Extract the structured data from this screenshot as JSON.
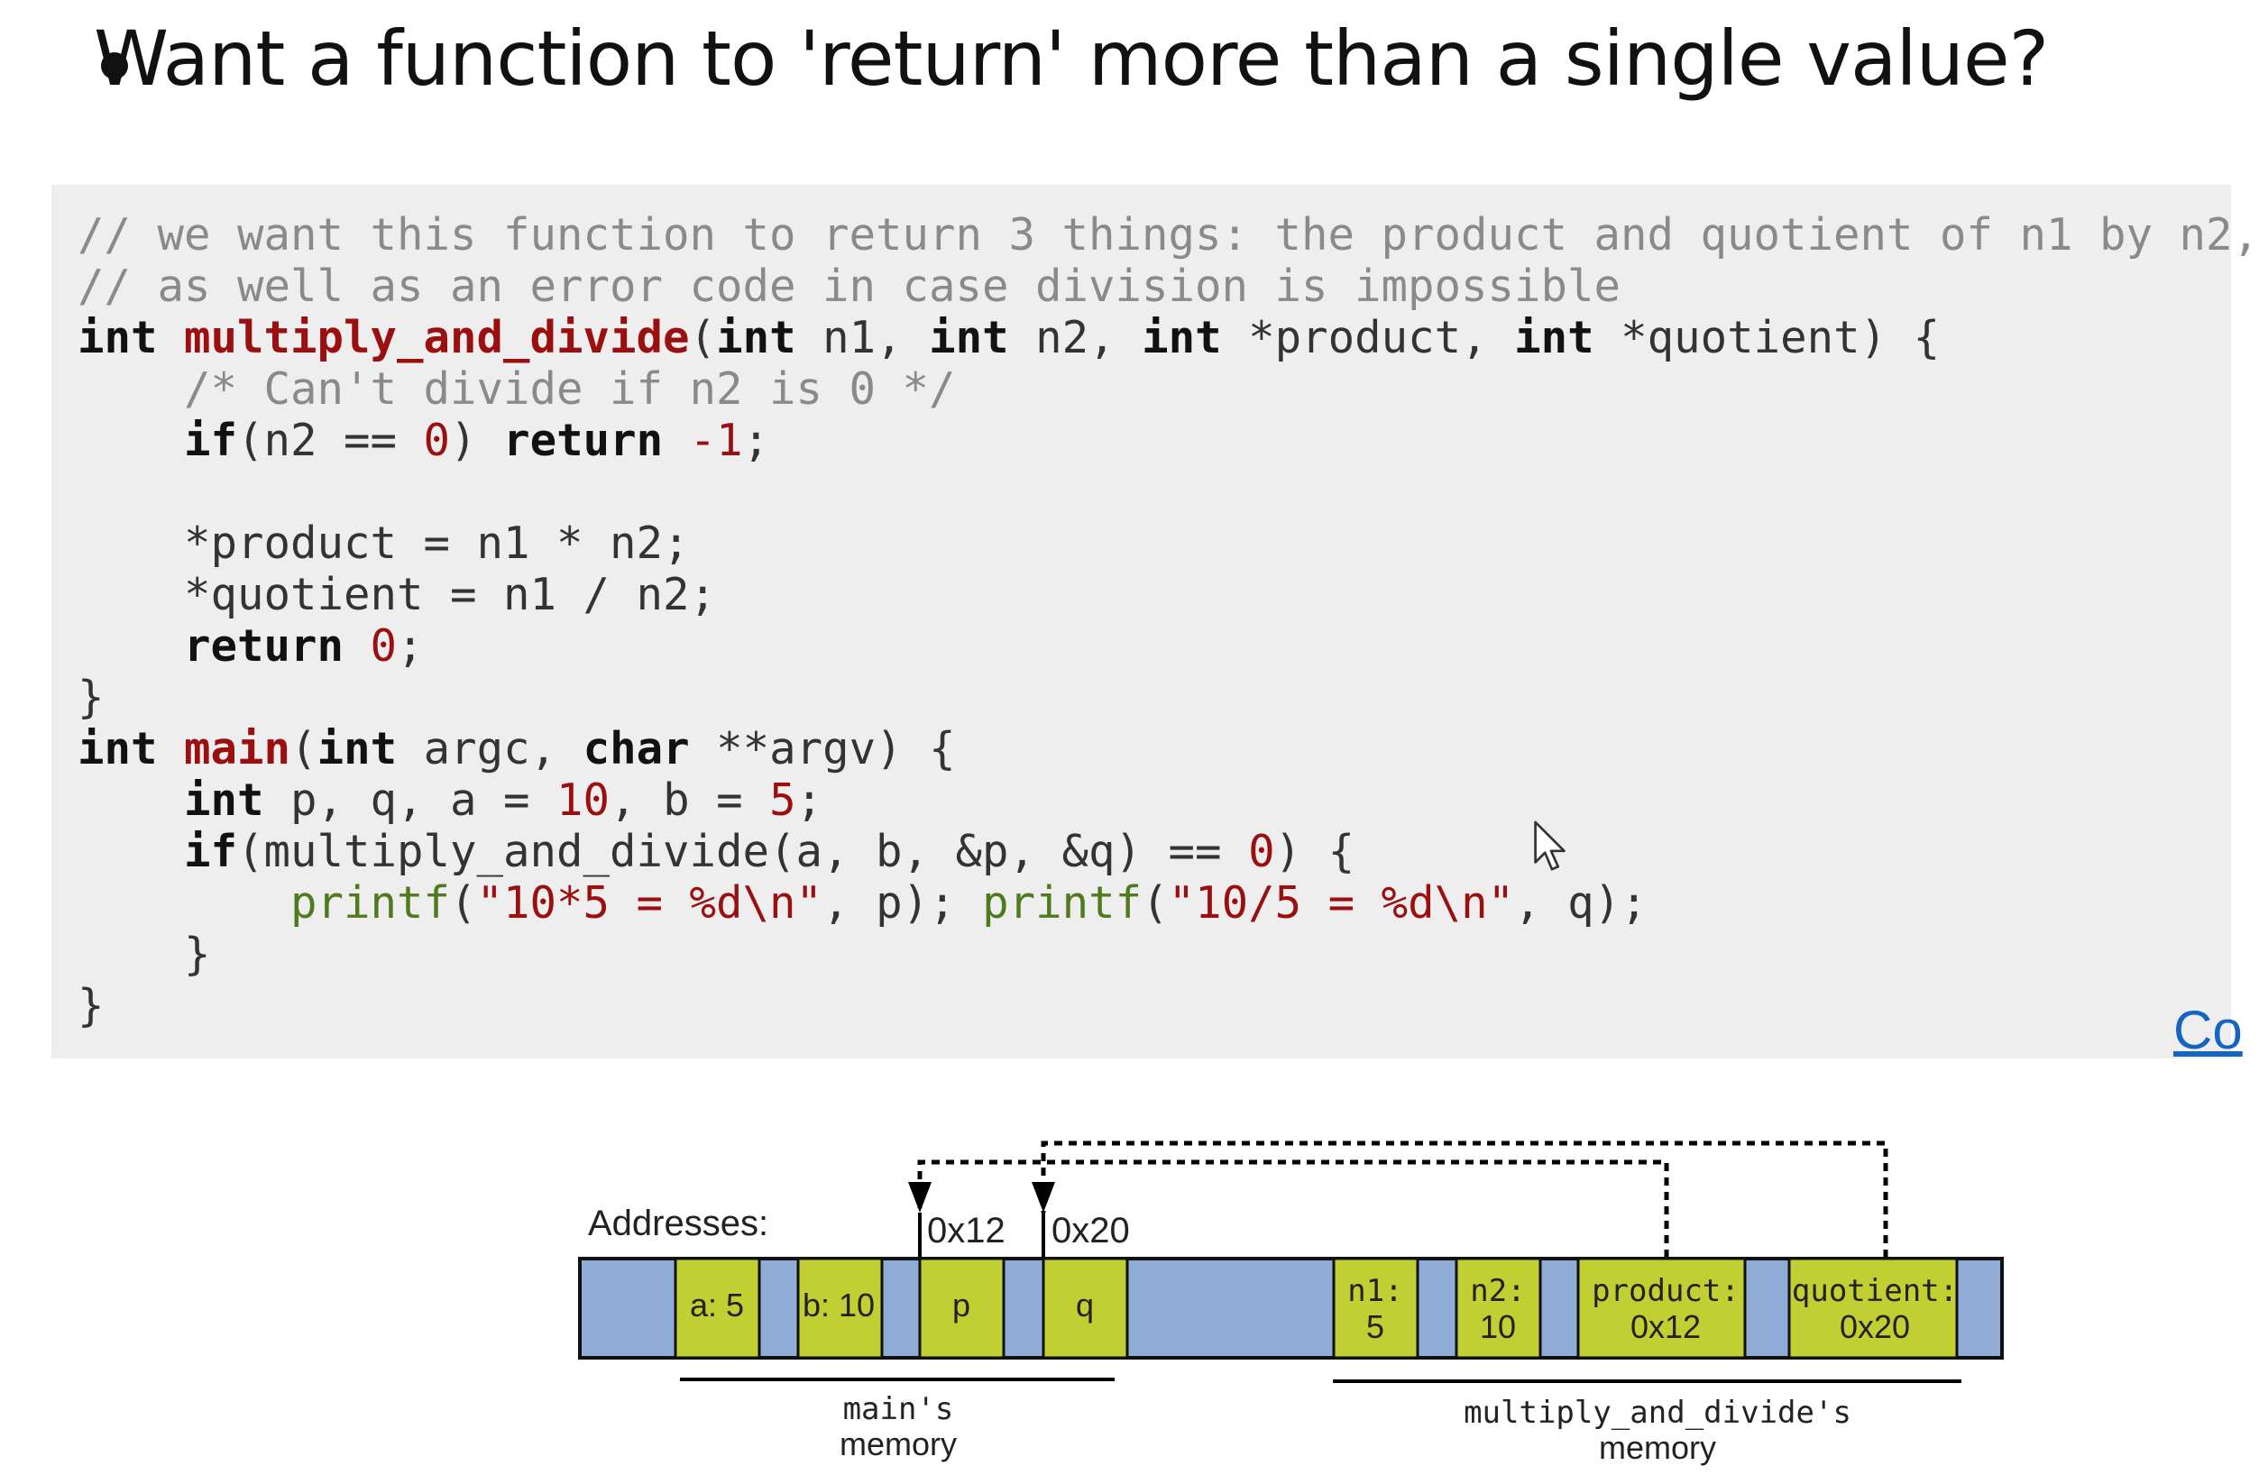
{
  "slide": {
    "title": "Want a function to 'return' more than a single value?"
  },
  "code": {
    "lines": [
      "// we want this function to return 3 things: the product and quotient of n1 by n2,",
      "// as well as an error code in case division is impossible",
      "int multiply_and_divide(int n1, int n2, int *product, int *quotient) {",
      "    /* Can't divide if n2 is 0 */",
      "    if(n2 == 0) return -1;",
      "",
      "    *product = n1 * n2;",
      "    *quotient = n1 / n2;",
      "    return 0;",
      "}",
      "int main(int argc, char **argv) {",
      "    int p, q, a = 10, b = 5;",
      "    if(multiply_and_divide(a, b, &p, &q) == 0) {",
      "        printf(\"10*5 = %d\\n\", p); printf(\"10/5 = %d\\n\", q);",
      "    }",
      "}"
    ],
    "link_label": "Co"
  },
  "diagram": {
    "addresses_label": "Addresses:",
    "address_p": "0x12",
    "address_q": "0x20",
    "cells": {
      "a": "a: 5",
      "b": "b: 10",
      "p": "p",
      "q": "q",
      "n1_name": "n1:",
      "n1_value": "5",
      "n2_name": "n2:",
      "n2_value": "10",
      "product_name": "product:",
      "product_value": "0x12",
      "quotient_name": "quotient:",
      "quotient_value": "0x20"
    },
    "main_memory_line1": "main's",
    "main_memory_line2": "memory",
    "mad_memory_line1": "multiply_and_divide's",
    "mad_memory_line2": "memory"
  },
  "colors": {
    "code_background": "#eeeeee",
    "memory_blue": "#8eacd6",
    "memory_cell_green": "#c2cf33",
    "keyword_red": "#9a1010",
    "printf_green": "#4f7a1e",
    "link_blue": "#1565c0"
  }
}
